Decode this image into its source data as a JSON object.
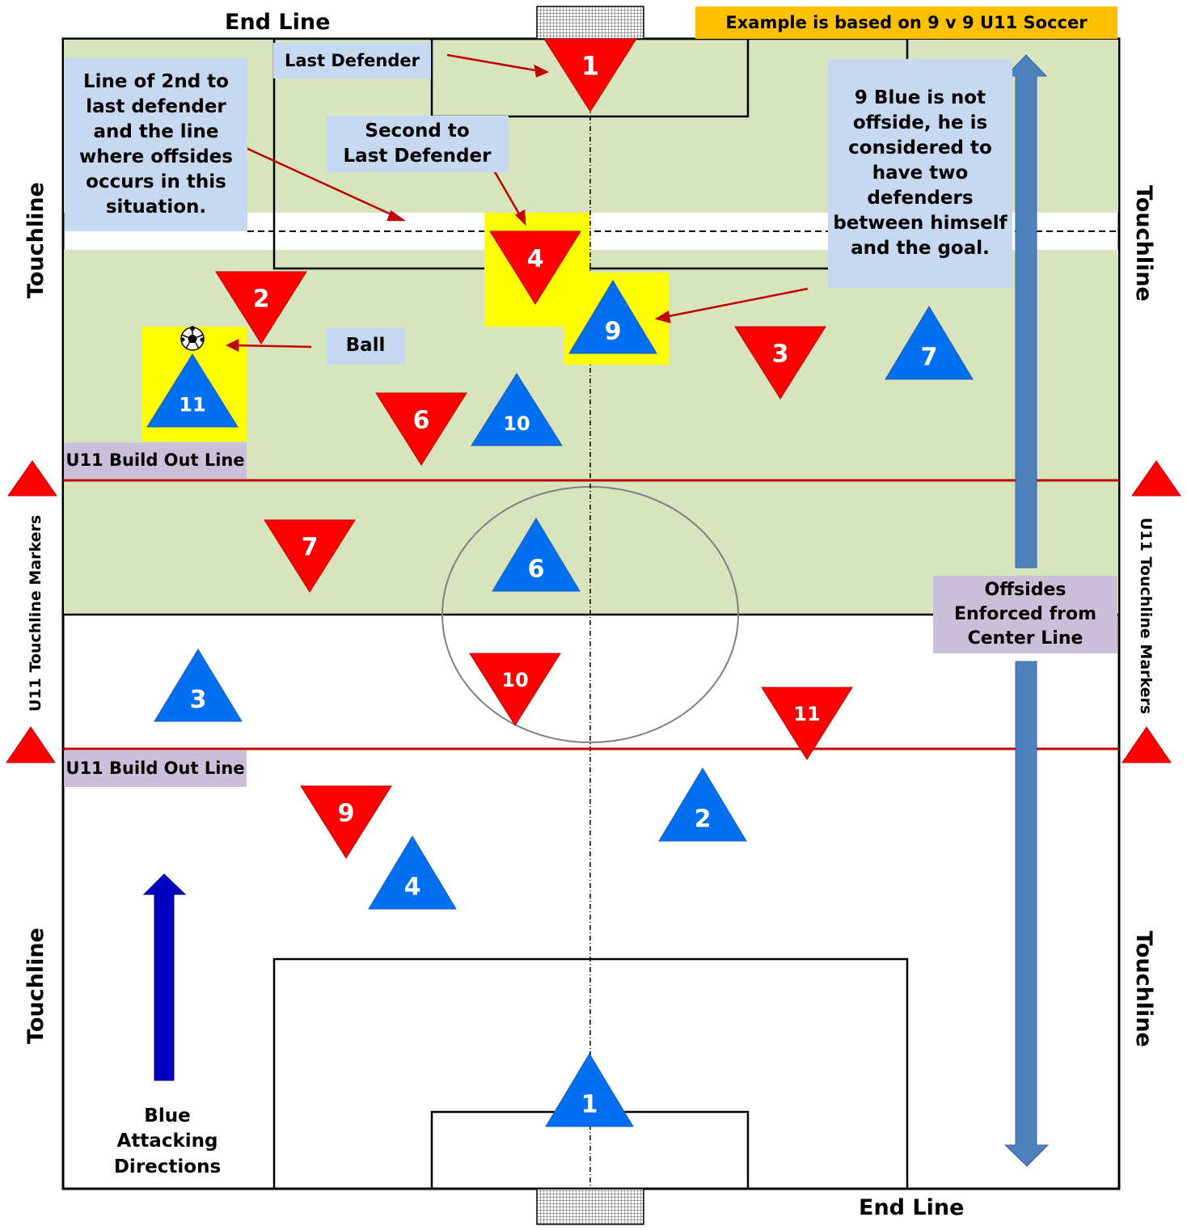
{
  "labels": {
    "end_line_top": "End Line",
    "end_line_bottom": "End Line",
    "touchline": "Touchline",
    "touchline_markers": "U11 Touchline Markers",
    "example_banner": "Example is based on 9 v 9 U11 Soccer",
    "last_defender": "Last Defender",
    "second_to_last_defender": "Second to Last Defender",
    "offside_line_note": "Line of 2nd to last defender and the line where offsides occurs in this situation.",
    "nine_blue_note": "9 Blue is not offside, he is considered to have two defenders between himself and the goal.",
    "ball": "Ball",
    "build_out_line": "U11 Build Out Line",
    "offsides_enforced": "Offsides Enforced from Center Line",
    "blue_attacking": "Blue Attacking Directions"
  },
  "players": {
    "red": [
      {
        "number": "1"
      },
      {
        "number": "4"
      },
      {
        "number": "2"
      },
      {
        "number": "3"
      },
      {
        "number": "6"
      },
      {
        "number": "7"
      },
      {
        "number": "10"
      },
      {
        "number": "11"
      },
      {
        "number": "9"
      }
    ],
    "blue": [
      {
        "number": "9"
      },
      {
        "number": "11"
      },
      {
        "number": "7"
      },
      {
        "number": "10"
      },
      {
        "number": "6"
      },
      {
        "number": "3"
      },
      {
        "number": "2"
      },
      {
        "number": "4"
      },
      {
        "number": "1"
      }
    ]
  },
  "colors": {
    "field_green": "#d7e4bd",
    "red_team": "#ff0000",
    "blue_team": "#0070f0",
    "highlight": "#ffff00",
    "note_box": "#c6d9f0",
    "banner": "#ffc000",
    "build_out_line": "#c00000",
    "arrow_blue": "#4f81bd",
    "attack_arrow": "#0000c0"
  },
  "icons": {
    "ball": "soccer-ball-icon",
    "goal": "goal-net-icon"
  }
}
